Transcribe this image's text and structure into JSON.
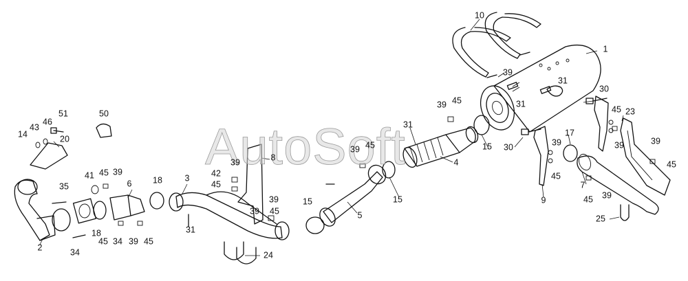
{
  "watermark": "AutoSoft",
  "callouts": [
    {
      "id": "1",
      "text": "1"
    },
    {
      "id": "10",
      "text": "10"
    },
    {
      "id": "39a",
      "text": "39"
    },
    {
      "id": "31a",
      "text": "31"
    },
    {
      "id": "31b",
      "text": "31"
    },
    {
      "id": "30a",
      "text": "30"
    },
    {
      "id": "45a",
      "text": "45"
    },
    {
      "id": "23",
      "text": "23"
    },
    {
      "id": "39b",
      "text": "39"
    },
    {
      "id": "45b",
      "text": "45"
    },
    {
      "id": "39c",
      "text": "39"
    },
    {
      "id": "15a",
      "text": "15"
    },
    {
      "id": "31c",
      "text": "31"
    },
    {
      "id": "30b",
      "text": "30"
    },
    {
      "id": "17",
      "text": "17"
    },
    {
      "id": "39d",
      "text": "39"
    },
    {
      "id": "45c",
      "text": "45"
    },
    {
      "id": "39e",
      "text": "39"
    },
    {
      "id": "45d",
      "text": "45"
    },
    {
      "id": "4",
      "text": "4"
    },
    {
      "id": "39f",
      "text": "39"
    },
    {
      "id": "45e",
      "text": "45"
    },
    {
      "id": "9",
      "text": "9"
    },
    {
      "id": "7",
      "text": "7"
    },
    {
      "id": "45f",
      "text": "45"
    },
    {
      "id": "39g",
      "text": "39"
    },
    {
      "id": "25",
      "text": "25"
    },
    {
      "id": "51",
      "text": "51"
    },
    {
      "id": "43",
      "text": "43"
    },
    {
      "id": "46",
      "text": "46"
    },
    {
      "id": "14",
      "text": "14"
    },
    {
      "id": "20",
      "text": "20"
    },
    {
      "id": "50",
      "text": "50"
    },
    {
      "id": "8",
      "text": "8"
    },
    {
      "id": "39h",
      "text": "39"
    },
    {
      "id": "42",
      "text": "42"
    },
    {
      "id": "45g",
      "text": "45"
    },
    {
      "id": "39i",
      "text": "39"
    },
    {
      "id": "39j",
      "text": "39"
    },
    {
      "id": "45h",
      "text": "45"
    },
    {
      "id": "15b",
      "text": "15"
    },
    {
      "id": "15c",
      "text": "15"
    },
    {
      "id": "5",
      "text": "5"
    },
    {
      "id": "41",
      "text": "41"
    },
    {
      "id": "45i",
      "text": "45"
    },
    {
      "id": "39k",
      "text": "39"
    },
    {
      "id": "6",
      "text": "6"
    },
    {
      "id": "18a",
      "text": "18"
    },
    {
      "id": "3",
      "text": "3"
    },
    {
      "id": "35",
      "text": "35"
    },
    {
      "id": "18b",
      "text": "18"
    },
    {
      "id": "45j",
      "text": "45"
    },
    {
      "id": "34a",
      "text": "34"
    },
    {
      "id": "39l",
      "text": "39"
    },
    {
      "id": "45k",
      "text": "45"
    },
    {
      "id": "31d",
      "text": "31"
    },
    {
      "id": "2",
      "text": "2"
    },
    {
      "id": "34b",
      "text": "34"
    },
    {
      "id": "24",
      "text": "24"
    }
  ]
}
